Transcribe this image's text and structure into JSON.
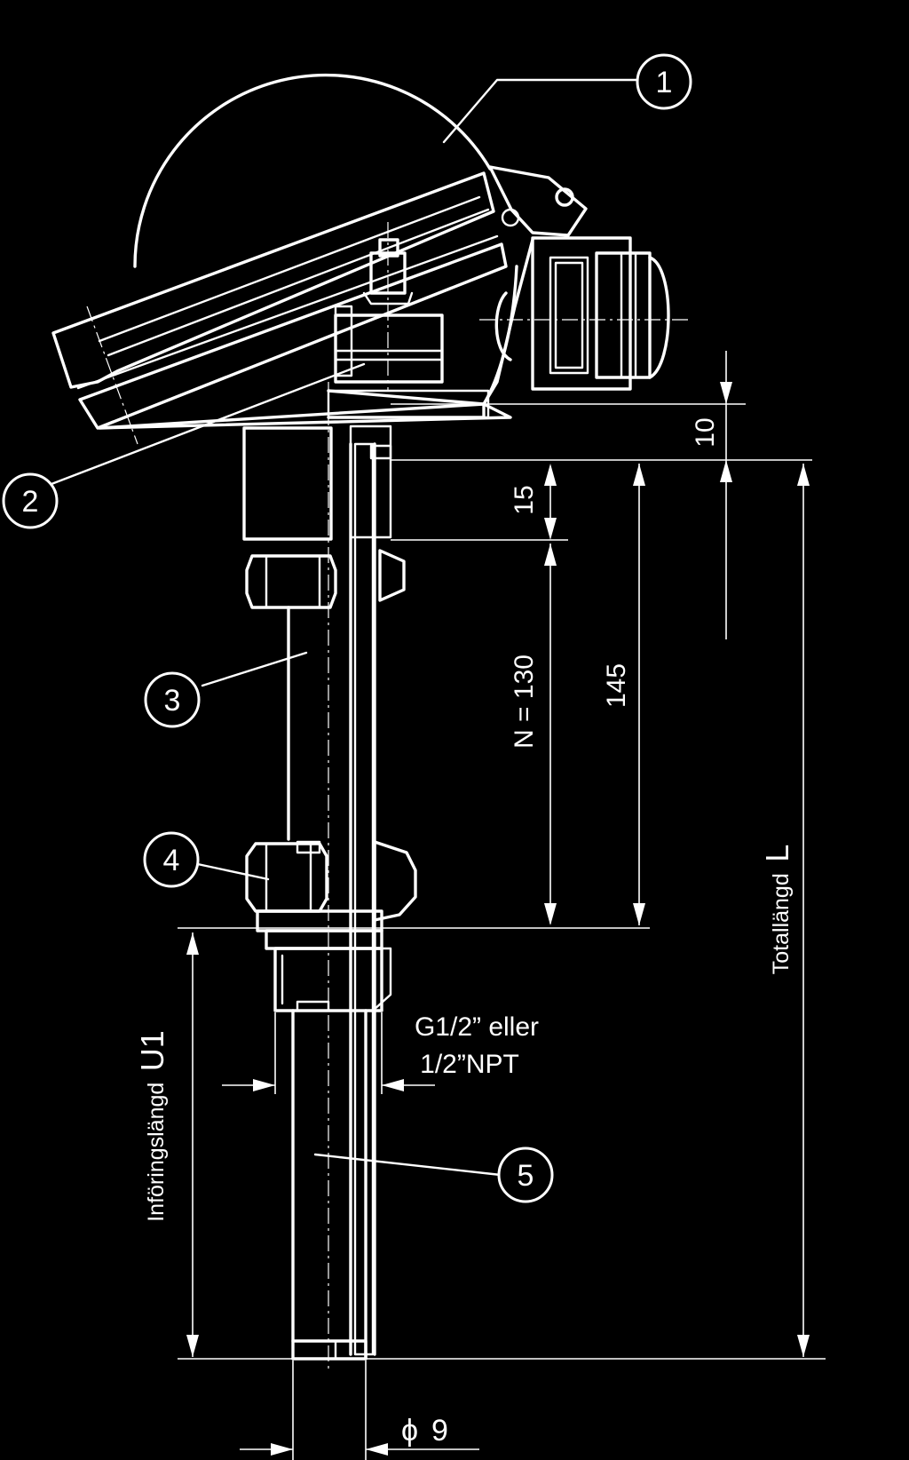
{
  "callouts": [
    {
      "label": "1"
    },
    {
      "label": "2"
    },
    {
      "label": "3"
    },
    {
      "label": "4"
    },
    {
      "label": "5"
    }
  ],
  "dimensions": {
    "d10": "10",
    "d15": "15",
    "n130": "N = 130",
    "d145": "145",
    "phi": "ϕ",
    "d9": "9"
  },
  "texts": {
    "total_prefix": "Totallängd",
    "total_suffix": "L",
    "insert_prefix": "Införingslängd",
    "insert_suffix": "U1",
    "thread_line1": "G1/2” eller",
    "thread_line2": "1/2”NPT"
  },
  "colors": {
    "background": "#000000",
    "lines": "#ffffff"
  }
}
